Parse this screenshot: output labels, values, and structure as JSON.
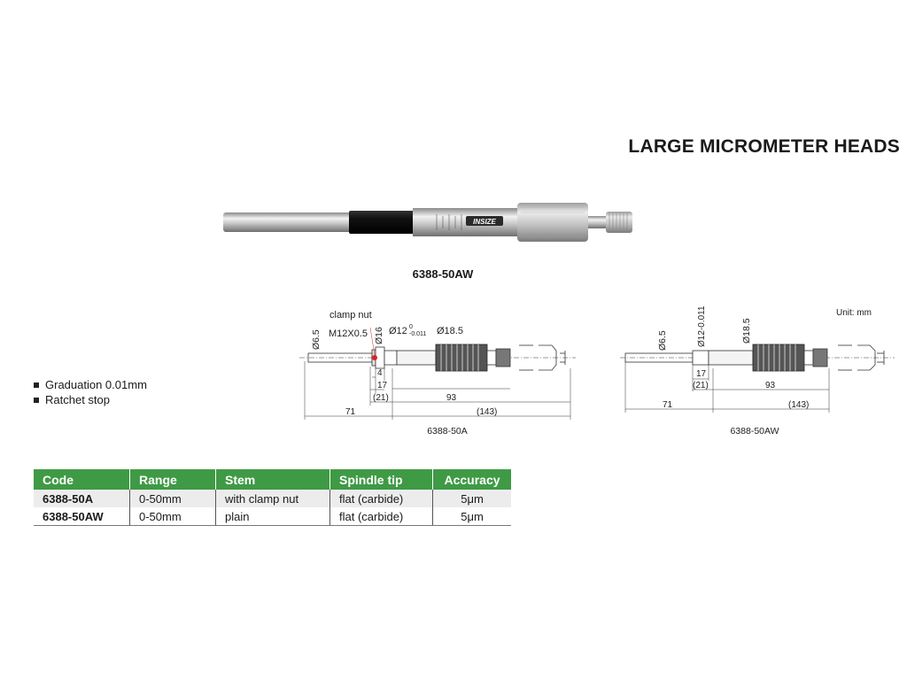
{
  "title": "LARGE MICROMETER HEADS",
  "photo": {
    "caption": "6388-50AW",
    "brand": "INSIZE"
  },
  "features": [
    "Graduation 0.01mm",
    "Ratchet stop"
  ],
  "unit": "Unit: mm",
  "drawing_a": {
    "caption": "6388-50A",
    "labels": {
      "clamp_nut": "clamp nut",
      "thread": "M12X0.5",
      "stem_dia": "Ø6.5",
      "clamp_dia": "Ø16",
      "sleeve_dia_base": "Ø12",
      "sleeve_tol_upper": "0",
      "sleeve_tol_lower": "-0.011",
      "thimble_dia": "Ø18.5"
    },
    "dims": {
      "d4": "4",
      "d17": "17",
      "d21": "(21)",
      "d93": "93",
      "d71": "71",
      "d143": "(143)"
    }
  },
  "drawing_b": {
    "caption": "6388-50AW",
    "labels": {
      "stem_dia": "Ø6.5",
      "sleeve_dia": "Ø12-0.011",
      "thimble_dia": "Ø18.5"
    },
    "dims": {
      "d17": "17",
      "d21": "(21)",
      "d93": "93",
      "d71": "71",
      "d143": "(143)"
    }
  },
  "table": {
    "header_color": "#3f9a45",
    "headers": [
      "Code",
      "Range",
      "Stem",
      "Spindle tip",
      "Accuracy"
    ],
    "rows": [
      [
        "6388-50A",
        "0-50mm",
        "with clamp nut",
        "flat (carbide)",
        "5μm"
      ],
      [
        "6388-50AW",
        "0-50mm",
        "plain",
        "flat (carbide)",
        "5μm"
      ]
    ]
  }
}
